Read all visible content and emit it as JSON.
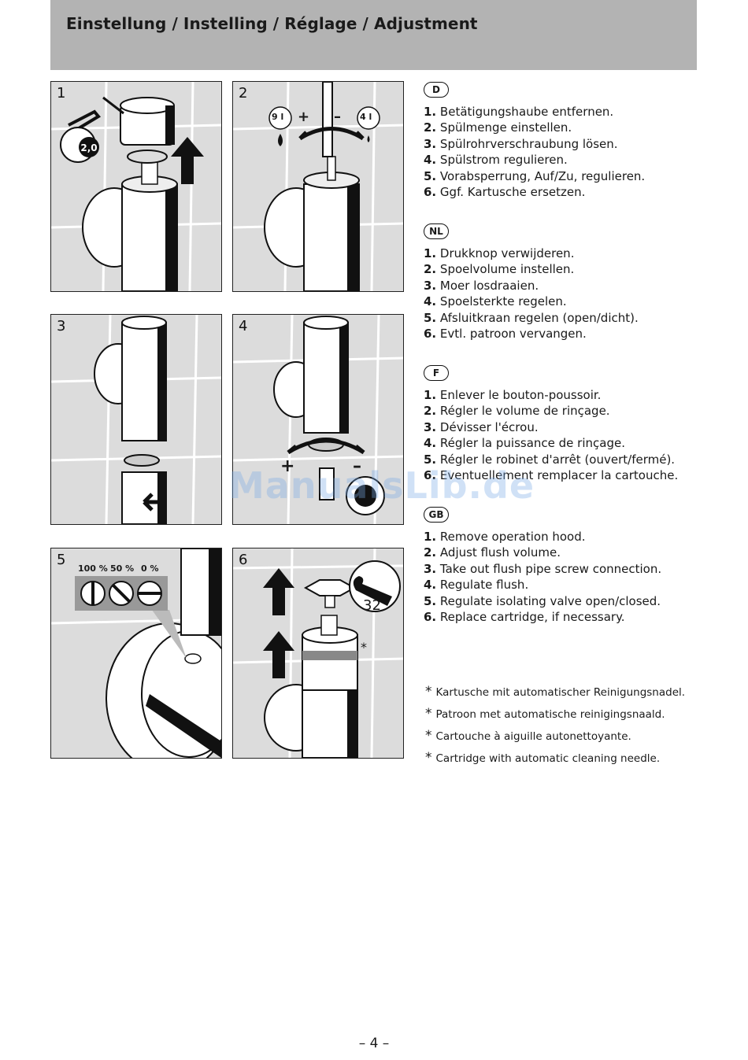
{
  "header": {
    "title": "Einstellung / Instelling / Réglage / Adjustment"
  },
  "panels": [
    {
      "number": "1",
      "tool_label": "2,0"
    },
    {
      "number": "2",
      "left_volume": "9 l",
      "right_volume": "4 l",
      "plus": "+",
      "minus": "–"
    },
    {
      "number": "3"
    },
    {
      "number": "4",
      "plus": "+",
      "minus": "–"
    },
    {
      "number": "5",
      "pct_100": "100 %",
      "pct_50": "50 %",
      "pct_0": "0 %"
    },
    {
      "number": "6",
      "wrench_size": "32",
      "asterisk": "*"
    }
  ],
  "languages": [
    {
      "code": "D",
      "steps": [
        {
          "n": "1.",
          "text": "Betätigungshaube entfernen."
        },
        {
          "n": "2.",
          "text": "Spülmenge einstellen."
        },
        {
          "n": "3.",
          "text": "Spülrohrverschraubung lösen."
        },
        {
          "n": "4.",
          "text": "Spülstrom regulieren."
        },
        {
          "n": "5.",
          "text": "Vorabsperrung, Auf/Zu, regulieren."
        },
        {
          "n": "6.",
          "text": "Ggf. Kartusche ersetzen."
        }
      ]
    },
    {
      "code": "NL",
      "steps": [
        {
          "n": "1.",
          "text": "Drukknop verwijderen."
        },
        {
          "n": "2.",
          "text": "Spoelvolume instellen."
        },
        {
          "n": "3.",
          "text": "Moer losdraaien."
        },
        {
          "n": "4.",
          "text": "Spoelsterkte regelen."
        },
        {
          "n": "5.",
          "text": "Afsluitkraan regelen (open/dicht)."
        },
        {
          "n": "6.",
          "text": "Evtl. patroon vervangen."
        }
      ]
    },
    {
      "code": "F",
      "steps": [
        {
          "n": "1.",
          "text": "Enlever le bouton-poussoir."
        },
        {
          "n": "2.",
          "text": "Régler le volume de rinçage."
        },
        {
          "n": "3.",
          "text": "Dévisser l'écrou."
        },
        {
          "n": "4.",
          "text": "Régler la puissance de rinçage."
        },
        {
          "n": "5.",
          "text": "Régler le robinet d'arrêt (ouvert/fermé)."
        },
        {
          "n": "6.",
          "text": "Eventuellement remplacer la cartouche."
        }
      ]
    },
    {
      "code": "GB",
      "steps": [
        {
          "n": "1.",
          "text": "Remove operation hood."
        },
        {
          "n": "2.",
          "text": "Adjust flush volume."
        },
        {
          "n": "3.",
          "text": "Take out flush pipe screw connection."
        },
        {
          "n": "4.",
          "text": "Regulate flush."
        },
        {
          "n": "5.",
          "text": "Regulate isolating valve open/closed."
        },
        {
          "n": "6.",
          "text": "Replace cartridge, if necessary."
        }
      ]
    }
  ],
  "notes": [
    {
      "mark": "*",
      "text": "Kartusche mit automatischer Reinigungsnadel."
    },
    {
      "mark": "*",
      "text": "Patroon met automatische reinigingsnaald."
    },
    {
      "mark": "*",
      "text": "Cartouche à aiguille autonettoyante."
    },
    {
      "mark": "*",
      "text": "Cartridge with automatic cleaning needle."
    }
  ],
  "watermark": "ManualsLib.de",
  "footer": {
    "page": "– 4 –"
  }
}
